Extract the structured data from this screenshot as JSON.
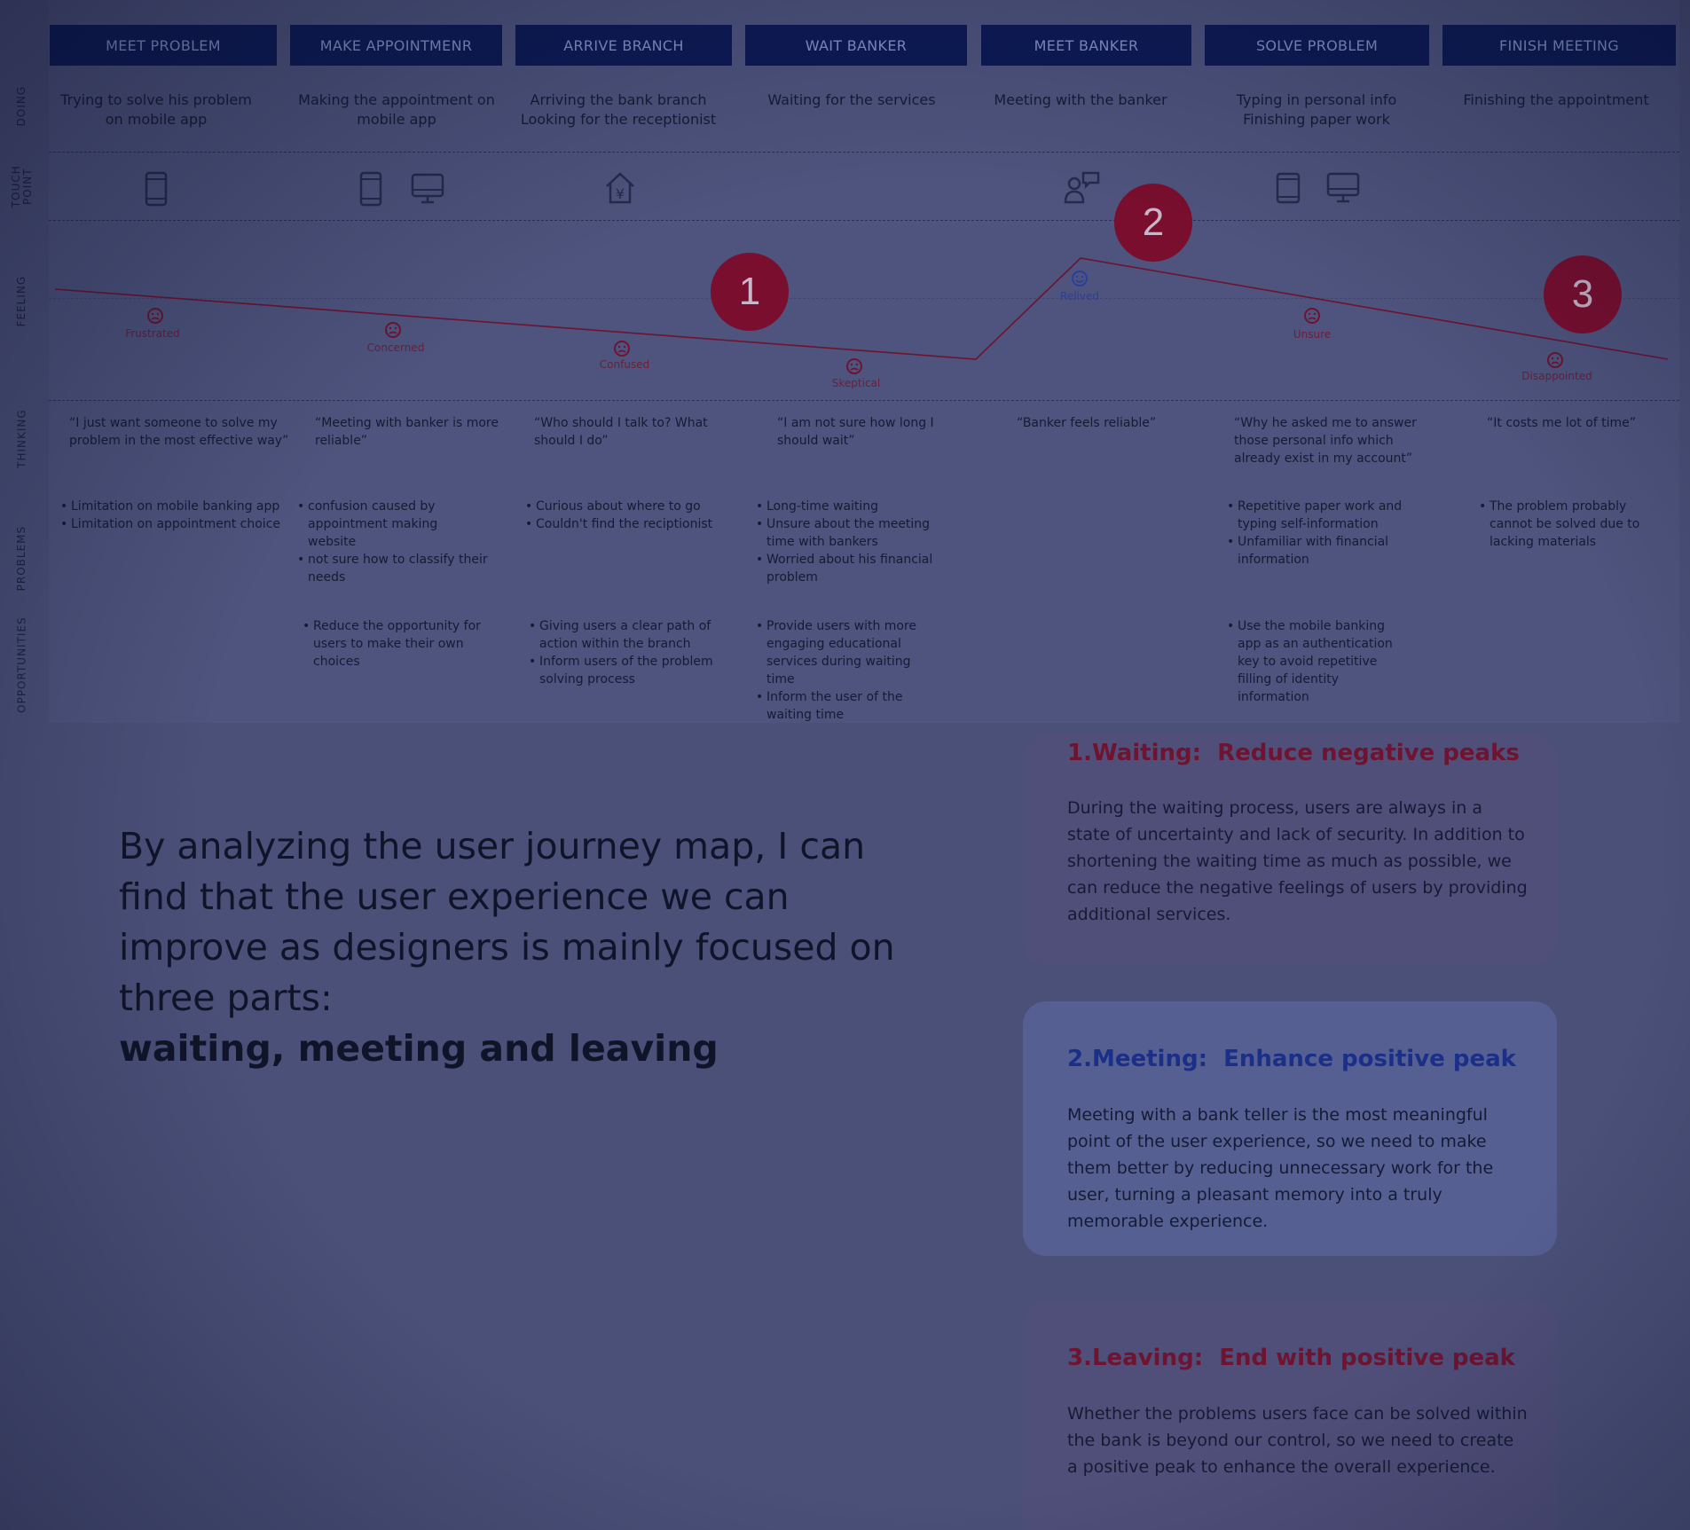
{
  "rows": [
    "DOING",
    "TOUCH POINT",
    "FEELING",
    "THINKING",
    "PROBLEMS",
    "OPPORTUNITIES"
  ],
  "stages": [
    {
      "title": "MEET PROBLEM",
      "doing": [
        "Trying to solve his problem",
        "on mobile app"
      ],
      "devices": [
        "phone-icon"
      ],
      "emotion": "Frustrated",
      "thinking": [
        "“I just want someone to solve my",
        "problem in the most effective way”"
      ],
      "problems": [
        "Limitation on mobile banking app",
        "Limitation on appointment choice"
      ],
      "opportunities": []
    },
    {
      "title": "MAKE APPOINTMENR",
      "doing": [
        "Making the appointment on",
        "mobile app"
      ],
      "devices": [
        "phone-icon",
        "desktop-icon"
      ],
      "emotion": "Concerned",
      "thinking": [
        "“Meeting with banker is more",
        "reliable”"
      ],
      "problems": [
        "confusion caused by appointment making website",
        "not sure how to classify their needs"
      ],
      "opportunities": [
        "Reduce the opportunity for users to make their own choices"
      ]
    },
    {
      "title": "ARRIVE BRANCH",
      "doing": [
        "Arriving the bank branch",
        "Looking for the receptionist"
      ],
      "devices": [
        "bank-branch-icon"
      ],
      "emotion": "Confused",
      "thinking": [
        "“Who should I talk to? What",
        "should I do”"
      ],
      "problems": [
        "Curious about where to go",
        "Couldn't find the reciptionist"
      ],
      "opportunities": [
        "Giving users a clear path of action within the branch",
        "Inform users of the problem solving process"
      ]
    },
    {
      "title": "WAIT BANKER",
      "doing": [
        "Waiting for the services"
      ],
      "devices": [],
      "emotion": "Skeptical",
      "thinking": [
        "“I am not sure how long I",
        "should wait”"
      ],
      "problems": [
        "Long-time waiting",
        "Unsure about the meeting time with bankers",
        "Worried about his financial problem"
      ],
      "opportunities": [
        "Provide users with more engaging educational services during waiting time",
        "Inform the user of the waiting time"
      ]
    },
    {
      "title": "MEET BANKER",
      "doing": [
        "Meeting with the banker"
      ],
      "devices": [
        "conversation-icon"
      ],
      "emotion": "Relived",
      "thinking": [
        "“Banker feels reliable”"
      ],
      "problems": [],
      "opportunities": []
    },
    {
      "title": "SOLVE PROBLEM",
      "doing": [
        "Typing in personal info",
        "Finishing paper work"
      ],
      "devices": [
        "tablet-icon",
        "desktop-icon"
      ],
      "emotion": "Unsure",
      "thinking": [
        "“Why he asked me to answer",
        "those personal info which",
        "already exist in my account”"
      ],
      "problems": [
        "Repetitive paper work and typing self-information",
        "Unfamiliar with financial information"
      ],
      "opportunities": [
        "Use the mobile banking app as an authentication key  to avoid repetitive filling of identity information"
      ]
    },
    {
      "title": "FINISH MEETING",
      "doing": [
        "Finishing the appointment"
      ],
      "devices": [],
      "emotion": "Disappointed",
      "thinking": [
        "“It costs me lot of time”"
      ],
      "problems": [
        "The problem probably cannot be solved due to lacking materials"
      ],
      "opportunities": []
    }
  ],
  "badges": [
    "1",
    "2",
    "3"
  ],
  "summary": {
    "text": "By analyzing the user journey map, I can find that the user experience we can improve as designers is mainly focused on three parts:",
    "emphasis": "waiting, meeting and leaving"
  },
  "cards": [
    {
      "num": "1.Waiting:",
      "title": "Reduce negative peaks",
      "body": "During the waiting process, users are always in a state of uncertainty and lack of security. In addition to shortening the waiting time as much as possible, we can reduce the negative feelings of users by providing additional services."
    },
    {
      "num": "2.Meeting:",
      "title": "Enhance positive peak",
      "body": "Meeting with a bank teller is the most meaningful point of the user experience, so we need to make them better by reducing unnecessary work for the user, turning a pleasant memory into a truly memorable experience."
    },
    {
      "num": "3.Leaving:",
      "title": "End with positive peak",
      "body": "Whether the problems users face can be solved within the bank is beyond our control, so we need to create a positive peak to enhance the overall experience."
    }
  ],
  "colors": {
    "negative": "#7a0e2e",
    "positive": "#1a2f88",
    "header": "#0c1a55"
  }
}
